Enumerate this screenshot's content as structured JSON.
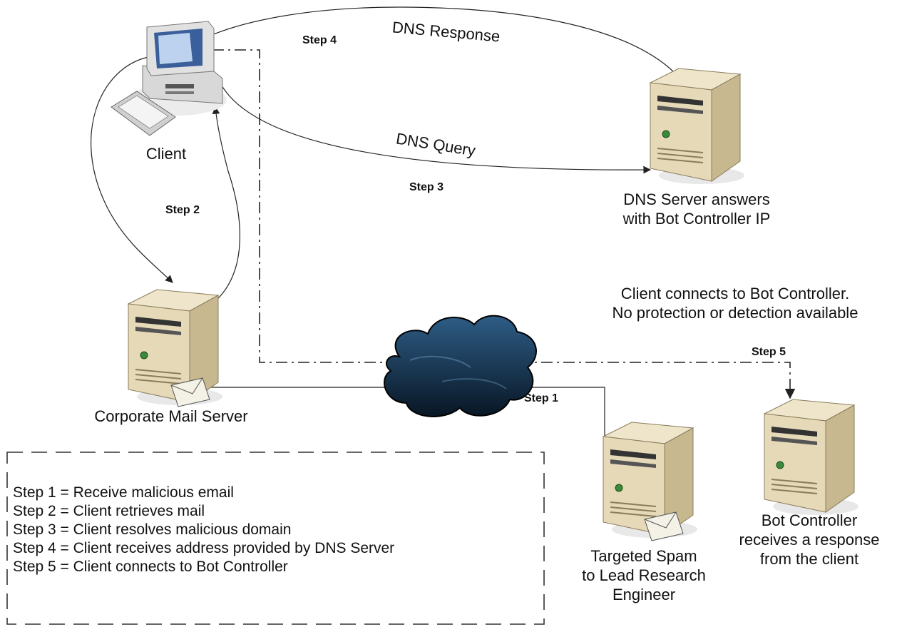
{
  "nodes": {
    "client": "Client",
    "dns_server": [
      "DNS Server answers",
      "with Bot Controller IP"
    ],
    "mail_server": "Corporate Mail Server",
    "spam_server": [
      "Targeted Spam",
      "to Lead Research",
      "Engineer"
    ],
    "bot_controller": [
      "Bot Controller",
      "receives a response",
      "from the client"
    ]
  },
  "edges": {
    "dns_response": "DNS Response",
    "dns_query": "DNS Query"
  },
  "steps": {
    "s1": "Step 1",
    "s2": "Step 2",
    "s3": "Step 3",
    "s4": "Step 4",
    "s5": "Step 5"
  },
  "note": [
    "Client connects to Bot Controller.",
    "No protection or detection available"
  ],
  "legend": [
    "Step 1 = Receive malicious email",
    "Step 2 = Client retrieves mail",
    "Step 3 = Client resolves malicious domain",
    "Step 4 = Client receives address provided by DNS Server",
    "Step 5 = Client connects to Bot Controller"
  ],
  "colors": {
    "server_body": "#d9cba6",
    "server_front": "#ece3c8",
    "server_top": "#e9dfbf",
    "cloud": "#10273e",
    "line": "#222222"
  }
}
